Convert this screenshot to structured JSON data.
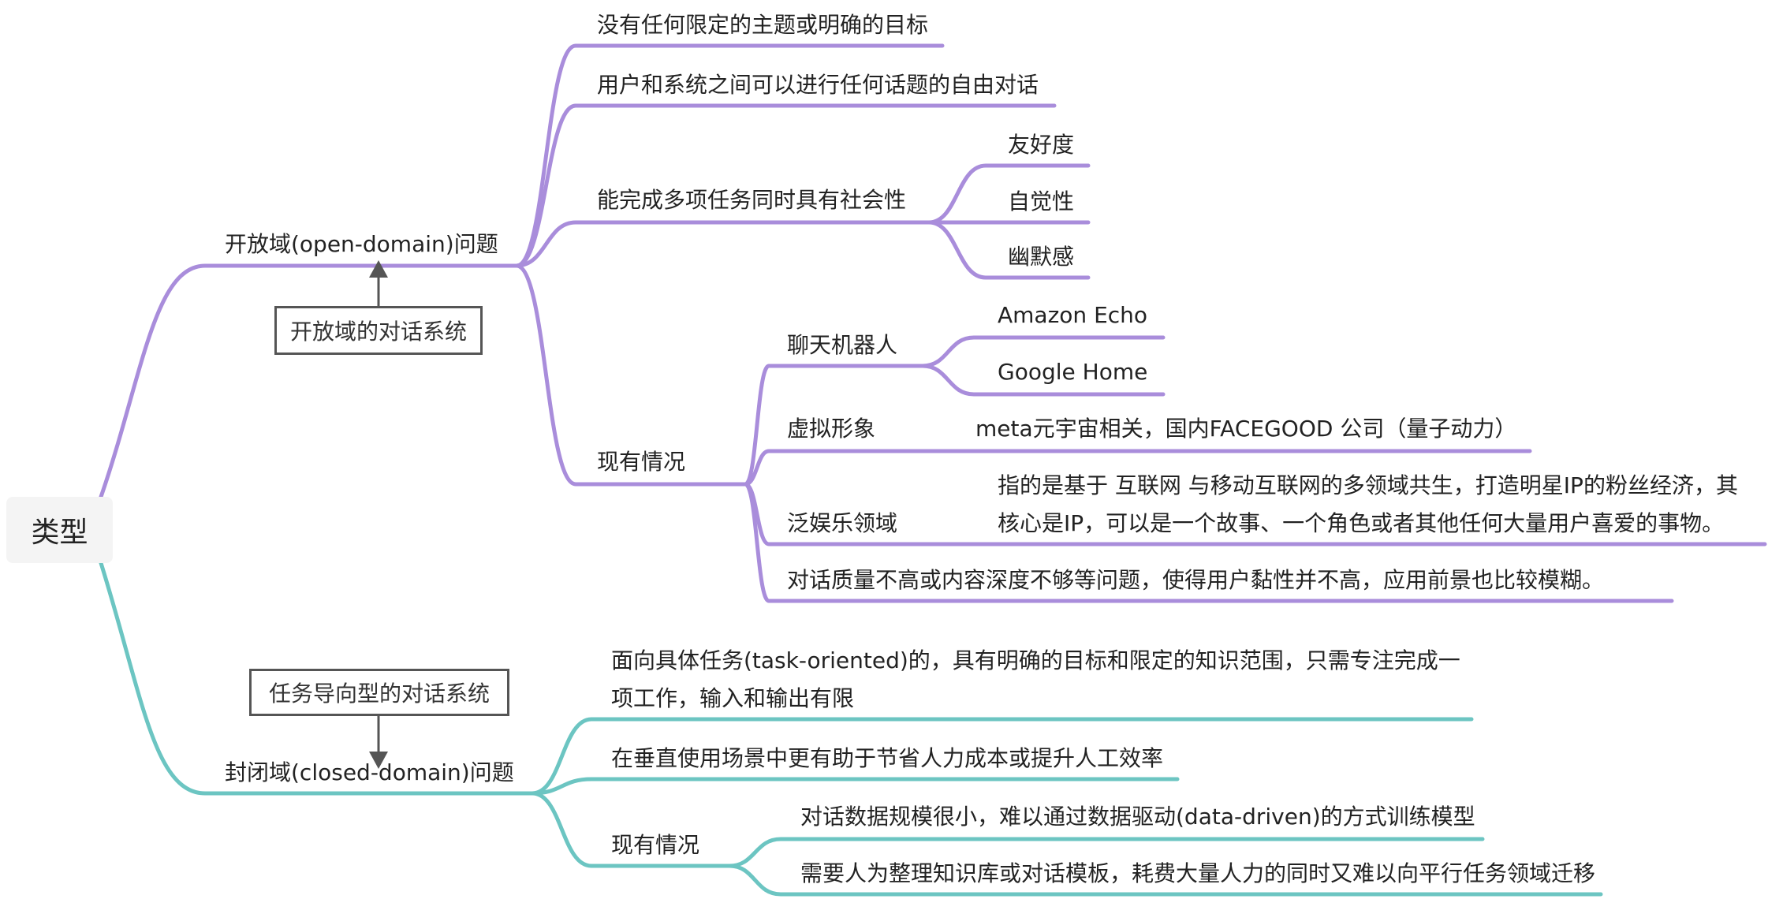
{
  "root": "类型",
  "colors": {
    "open": "#a98ddb",
    "closed": "#6cc5c2",
    "callout": "#555555"
  },
  "open_domain": {
    "label": "开放域(open-domain)问题",
    "callout": "开放域的对话系统",
    "items": {
      "i1": "没有任何限定的主题或明确的目标",
      "i2": "用户和系统之间可以进行任何话题的自由对话",
      "i3": "能完成多项任务同时具有社会性",
      "i3_children": [
        "友好度",
        "自觉性",
        "幽默感"
      ],
      "status": "现有情况",
      "chatbot": "聊天机器人",
      "chatbot_children": [
        "Amazon Echo",
        "Google Home"
      ],
      "virtual": "虚拟形象",
      "virtual_child": "meta元宇宙相关，国内FACEGOOD 公司（量子动力）",
      "ent": "泛娱乐领域",
      "ent_child_line1": "指的是基于 互联网 与移动互联网的多领域共生，打造明星IP的粉丝经济，其",
      "ent_child_line2": "核心是IP，可以是一个故事、一个角色或者其他任何大量用户喜爱的事物。",
      "quality": "对话质量不高或内容深度不够等问题，使得用户黏性并不高，应用前景也比较模糊。"
    }
  },
  "closed_domain": {
    "label": "封闭域(closed-domain)问题",
    "callout": "任务导向型的对话系统",
    "items": {
      "c1_line1": "面向具体任务(task-oriented)的，具有明确的目标和限定的知识范围，只需专注完成一",
      "c1_line2": "项工作，输入和输出有限",
      "c2": "在垂直使用场景中更有助于节省人力成本或提升人工效率",
      "status": "现有情况",
      "status_children": [
        "对话数据规模很小，难以通过数据驱动(data-driven)的方式训练模型",
        "需要人为整理知识库或对话模板，耗费大量人力的同时又难以向平行任务领域迁移"
      ]
    }
  }
}
